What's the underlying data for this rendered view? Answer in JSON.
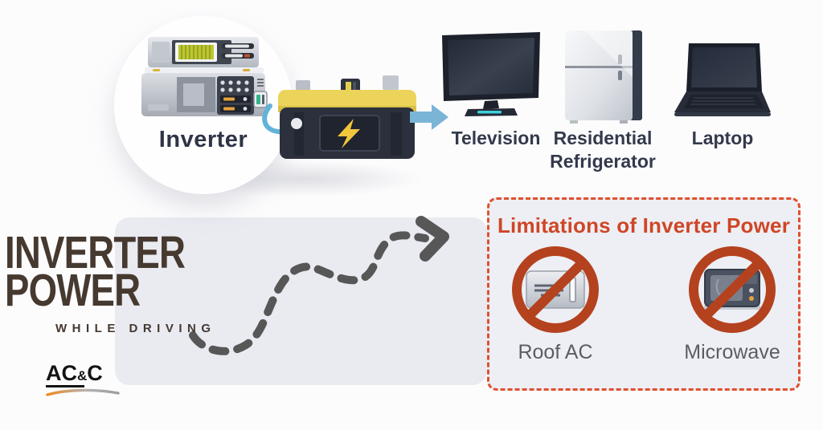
{
  "colors": {
    "background": "#fdfcfd",
    "band_gray": "#e9ebf1",
    "accent_red_title": "#cf4626",
    "dashed_border_red": "#df5030",
    "prohibition_red": "#b4421f",
    "headline_brown": "#46392f",
    "appliance_label_navy": "#333a4c",
    "muted_label_gray": "#5a5d62",
    "flow_arrow_blue": "#7ab5d8",
    "dashed_path_gray": "#575757",
    "battery_yellow": "#ecd45b",
    "bolt_yellow": "#f2c63d",
    "logo_swoosh_orange": "#ef8a1f"
  },
  "flow": {
    "source_label": "Inverter",
    "appliances": [
      {
        "label": "Television",
        "icon": "television-icon"
      },
      {
        "label": "Residential Refrigerator",
        "icon": "refrigerator-icon"
      },
      {
        "label": "Laptop",
        "icon": "laptop-icon"
      }
    ]
  },
  "branding": {
    "title_line1": "INVERTER",
    "title_line2": "POWER",
    "subtitle": "WHILE DRIVING",
    "logo_part1": "AC",
    "logo_amp": "&",
    "logo_part2": "C"
  },
  "limitations": {
    "title": "Limitations of Inverter Power",
    "items": [
      {
        "label": "Roof AC",
        "icon": "roof-ac-icon"
      },
      {
        "label": "Microwave",
        "icon": "microwave-icon"
      }
    ]
  }
}
